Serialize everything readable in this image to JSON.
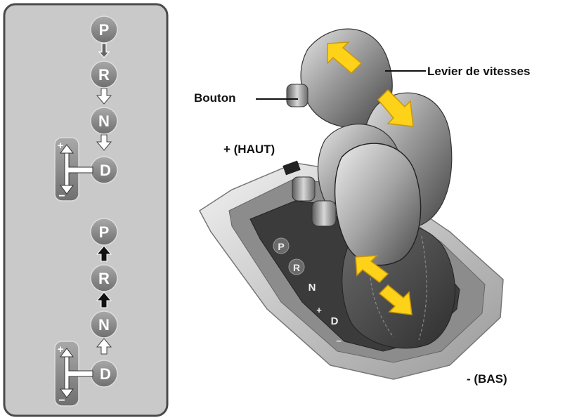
{
  "labels": {
    "button": "Bouton",
    "lever": "Levier de vitesses",
    "up": "+ (HAUT)",
    "down": "- (BAS)"
  },
  "legend": {
    "upper_sequence": [
      "P",
      "R",
      "N",
      "D"
    ],
    "lower_sequence": [
      "P",
      "R",
      "N",
      "D"
    ],
    "plus": "+",
    "minus": "−"
  },
  "console_gates": [
    "P",
    "R",
    "N",
    "+",
    "D",
    "−"
  ],
  "colors": {
    "panel": "#c9c9c9",
    "panel_border": "#4a4a4a",
    "bubble": "#8a8a8a",
    "arrow_yellow": "#ffd21a",
    "arrow_yellow_edge": "#c9980a"
  }
}
